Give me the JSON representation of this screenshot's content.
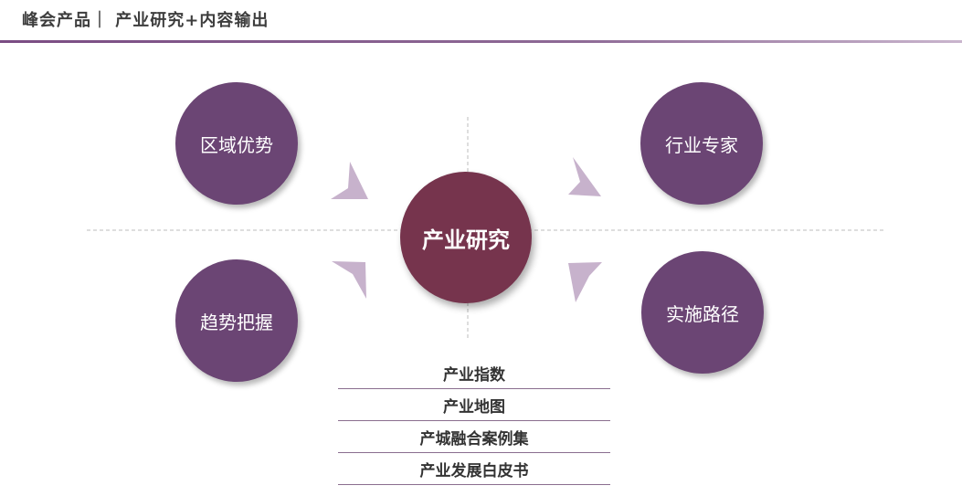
{
  "header": {
    "title": "峰会产品｜ 产业研究+内容输出"
  },
  "diagram": {
    "center": "产业研究",
    "top_left": "区域优势",
    "top_right": "行业专家",
    "bottom_left": "趋势把握",
    "bottom_right": "实施路径"
  },
  "outputs": [
    "产业指数",
    "产业地图",
    "产城融合案例集",
    "产业发展白皮书"
  ],
  "colors": {
    "header_line": "#7a4c83",
    "outer_circle": "#6b4574",
    "center_circle": "#76344d",
    "arrow": "#c7b2cc"
  }
}
